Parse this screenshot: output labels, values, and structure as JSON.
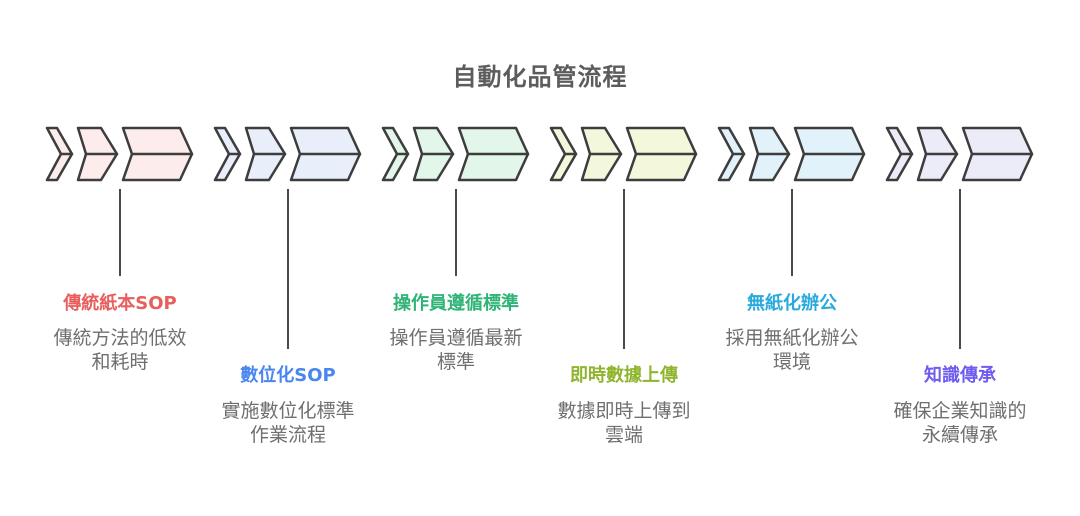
{
  "title": {
    "text": "自動化品管流程"
  },
  "theme": {
    "background": "#ffffff",
    "outline_color": "#3d3d3d",
    "connector_color": "#4a4a4a",
    "title_color": "#5c5c5c",
    "description_color": "#6f6f6f"
  },
  "steps": [
    {
      "label": "傳統紙本SOP",
      "label_color": "#e85d5d",
      "fill": "#fcecec",
      "desc_lines": [
        "傳統方法的低效",
        "和耗時"
      ]
    },
    {
      "label": "數位化SOP",
      "label_color": "#4a86ef",
      "fill": "#e8eefa",
      "desc_lines": [
        "實施數位化標準",
        "作業流程"
      ]
    },
    {
      "label": "操作員遵循標準",
      "label_color": "#2fb377",
      "fill": "#e2f6ea",
      "desc_lines": [
        "操作員遵循最新",
        "標準"
      ]
    },
    {
      "label": "即時數據上傳",
      "label_color": "#8fb52e",
      "fill": "#f3f8dc",
      "desc_lines": [
        "數據即時上傳到",
        "雲端"
      ]
    },
    {
      "label": "無紙化辦公",
      "label_color": "#29a9dc",
      "fill": "#e2f2fa",
      "desc_lines": [
        "採用無紙化辦公",
        "環境"
      ]
    },
    {
      "label": "知識傳承",
      "label_color": "#6e5bf0",
      "fill": "#ecebf8",
      "desc_lines": [
        "確保企業知識的",
        "永續傳承"
      ]
    }
  ]
}
